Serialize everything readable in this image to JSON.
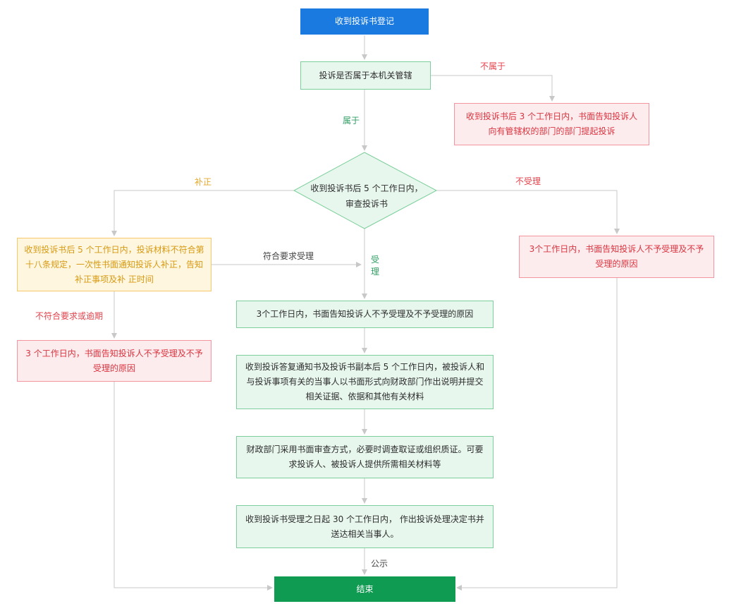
{
  "nodes": {
    "start": "收到投诉书登记",
    "jurisdiction_check": "投诉是否属于本机关管辖",
    "not_jurisdiction_result": "收到投诉书后 3 个工作日内，书面告知投诉人 向有管辖权的部门的部门提起投诉",
    "review_decision": "收到投诉书后 5 个工作日内，审查投诉书",
    "correction_box": "收到投诉书后 5 个工作日内，投诉材料不符合第十八条规定，一次性书面通知投诉人补正，告知补正事项及补 正时间",
    "not_accepted_result": "3个工作日内，书面告知投诉人不予受理及不予受理的原因",
    "correction_fail_result": "3 个工作日内，书面告知投诉人不予受理及不予受理的原因",
    "accept_notice": "3个工作日内，书面告知投诉人不予受理及不予受理的原因",
    "respondent_reply": "收到投诉答复通知书及投诉书副本后 5 个工作日内，被投诉人和与投诉事项有关的当事人以书面形式向财政部门作出说明并提交相关证据、依据和其他有关材料",
    "investigation": "财政部门采用书面审查方式，必要时调查取证或组织质证。可要求投诉人、被投诉人提供所需相关材料等",
    "decision": "收到投诉书受理之日起 30 个工作日内， 作出投诉处理决定书并送达相关当事人。",
    "end": "结束"
  },
  "edge_labels": {
    "not_belong": "不属于",
    "belong": "属于",
    "correction": "补正",
    "not_accept": "不受理",
    "meets_requirements": "符合要求受理",
    "accept": "受\n理",
    "not_meet_or_overdue": "不符合要求或逾期",
    "publicize": "公示"
  },
  "colors": {
    "blue": "#1a7ae0",
    "green_fill": "#e8f7ee",
    "green_border": "#7ccf9a",
    "red_fill": "#fdecee",
    "red_border": "#f2959f",
    "orange_fill": "#fff6e0",
    "orange_border": "#f6c86a",
    "end_green": "#0f9b52",
    "connector": "#c8c8c8"
  }
}
